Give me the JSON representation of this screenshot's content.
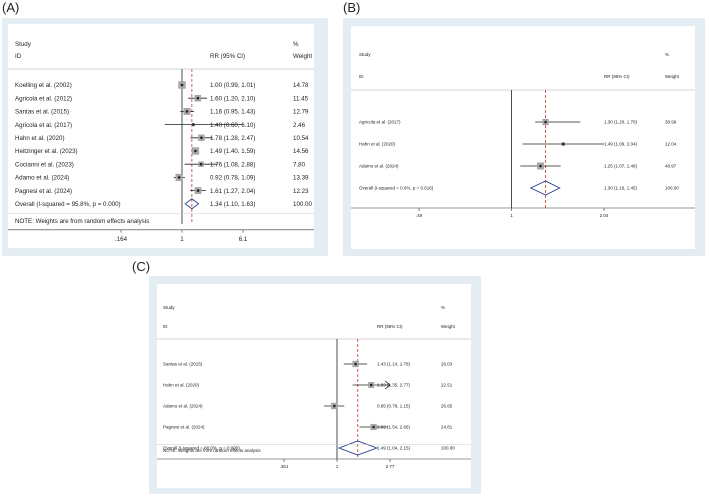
{
  "panels": [
    {
      "label": "(A)",
      "chart_data": {
        "type": "forest",
        "header_study": "Study",
        "header_id": "ID",
        "header_effect": "RR (95% CI)",
        "header_pct": "%",
        "header_weight": "Weight",
        "xscale": "log",
        "xlim": [
          0.164,
          6.1
        ],
        "ticks": [
          {
            "value": 0.164,
            "label": ".164"
          },
          {
            "value": 1,
            "label": "1"
          },
          {
            "value": 6.1,
            "label": "6.1"
          }
        ],
        "studies": [
          {
            "name": "Koelling et al. (2002)",
            "rr": 1.0,
            "lo": 0.99,
            "hi": 1.01,
            "ci_text": "1.00 (0.99, 1.01)",
            "weight": "14.78"
          },
          {
            "name": "Agricola et al. (2012)",
            "rr": 1.6,
            "lo": 1.2,
            "hi": 2.1,
            "ci_text": "1.60 (1.20, 2.10)",
            "weight": "11.45"
          },
          {
            "name": "Santas et al. (2015)",
            "rr": 1.16,
            "lo": 0.95,
            "hi": 1.43,
            "ci_text": "1.16 (0.95, 1.43)",
            "weight": "12.79"
          },
          {
            "name": "Agricola et al. (2017)",
            "rr": 1.4,
            "lo": 0.6,
            "hi": 6.1,
            "ci_text": "1.40 (0.60, 6.10)",
            "weight": "2.46"
          },
          {
            "name": "Hahn et al. (2020)",
            "rr": 1.78,
            "lo": 1.28,
            "hi": 2.47,
            "ci_text": "1.78 (1.28, 2.47)",
            "weight": "10.54"
          },
          {
            "name": "Heitzinger et al. (2023)",
            "rr": 1.49,
            "lo": 1.4,
            "hi": 1.59,
            "ci_text": "1.49 (1.40, 1.59)",
            "weight": "14.56"
          },
          {
            "name": "Cocianni et al. (2023)",
            "rr": 1.76,
            "lo": 1.08,
            "hi": 2.88,
            "ci_text": "1.76 (1.08, 2.88)",
            "weight": "7.80"
          },
          {
            "name": "Adamo et al. (2024)",
            "rr": 0.92,
            "lo": 0.78,
            "hi": 1.09,
            "ci_text": "0.92 (0.78, 1.09)",
            "weight": "13.39"
          },
          {
            "name": "Pagnesi et al. (2024)",
            "rr": 1.61,
            "lo": 1.27,
            "hi": 2.04,
            "ci_text": "1.61 (1.27, 2.04)",
            "weight": "12.23"
          }
        ],
        "overall": {
          "label": "Overall  (I-squared = 95.8%, p = 0.000)",
          "rr": 1.34,
          "lo": 1.1,
          "hi": 1.63,
          "ci_text": "1.34 (1.10, 1.63)",
          "weight": "100.00"
        },
        "note": "NOTE: Weights are from random effects analysis"
      }
    },
    {
      "label": "(B)",
      "chart_data": {
        "type": "forest",
        "header_study": "Study",
        "header_id": "ID",
        "header_effect": "RR (95% CI)",
        "header_pct": "%",
        "header_weight": "Weight",
        "xscale": "log",
        "xlim": [
          0.49,
          2.04
        ],
        "ticks": [
          {
            "value": 0.49,
            "label": ".49"
          },
          {
            "value": 1,
            "label": "1"
          },
          {
            "value": 2.04,
            "label": "2.04"
          }
        ],
        "studies": [
          {
            "name": "Agricola et al. (2017)",
            "rr": 1.3,
            "lo": 1.2,
            "hi": 1.7,
            "ci_text": "1.30 (1.20, 1.70)",
            "weight": "38.99"
          },
          {
            "name": "Hahn et al. (2020)",
            "rr": 1.49,
            "lo": 1.09,
            "hi": 2.04,
            "ci_text": "1.49 (1.09, 2.04)",
            "weight": "12.04"
          },
          {
            "name": "Adamo et al. (2024)",
            "rr": 1.25,
            "lo": 1.07,
            "hi": 1.46,
            "ci_text": "1.25 (1.07, 1.46)",
            "weight": "48.97"
          }
        ],
        "overall": {
          "label": "Overall  (I-squared = 0.0%, p = 0.616)",
          "rr": 1.3,
          "lo": 1.16,
          "hi": 1.45,
          "ci_text": "1.30 (1.16, 1.45)",
          "weight": "100.00"
        },
        "note": ""
      }
    },
    {
      "label": "(C)",
      "chart_data": {
        "type": "forest",
        "header_study": "Study",
        "header_id": "ID",
        "header_effect": "RR (95% CI)",
        "header_pct": "%",
        "header_weight": "Weight",
        "xscale": "log",
        "xlim": [
          0.361,
          2.77
        ],
        "ticks": [
          {
            "value": 0.361,
            "label": ".361"
          },
          {
            "value": 1,
            "label": "1"
          },
          {
            "value": 2.77,
            "label": "2.77"
          }
        ],
        "studies": [
          {
            "name": "Santas et al. (2015)",
            "rr": 1.43,
            "lo": 1.14,
            "hi": 1.78,
            "ci_text": "1.43 (1.14, 1.78)",
            "weight": "26.03"
          },
          {
            "name": "Hahn et al. (2020)",
            "rr": 1.93,
            "lo": 1.35,
            "hi": 2.77,
            "ci_text": "1.93 (1.35, 2.77)",
            "weight": "22.51",
            "arrow_right": true
          },
          {
            "name": "Adamo et al. (2024)",
            "rr": 0.95,
            "lo": 0.78,
            "hi": 1.15,
            "ci_text": "0.95 (0.78, 1.15)",
            "weight": "26.65"
          },
          {
            "name": "Pagnesi et al. (2024)",
            "rr": 2.02,
            "lo": 1.54,
            "hi": 2.66,
            "ci_text": "2.02 (1.54, 2.66)",
            "weight": "24.81"
          }
        ],
        "overall": {
          "label": "Overall  (I-squared = 88.0%, p = 0.000)",
          "rr": 1.49,
          "lo": 1.04,
          "hi": 2.15,
          "ci_text": "1.49 (1.04, 2.15)",
          "weight": "100.00"
        },
        "note": "NOTE: Weights are from random effects analysis"
      }
    }
  ],
  "colors": {
    "panel_bg": "#e3edf2",
    "plot_bg": "#ffffff",
    "overall_line": "#c0392b",
    "diamond": "#1f3a93",
    "marker": "#222222",
    "square": "#a9a9a9"
  }
}
